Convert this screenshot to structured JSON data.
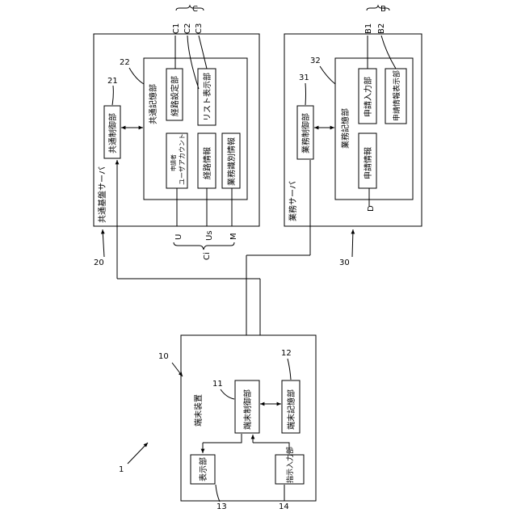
{
  "figure_ref": "1",
  "common_server": {
    "ref": "20",
    "title": "共通基盤サーバ",
    "control": {
      "ref": "21",
      "label": "共通制御部"
    },
    "storage": {
      "ref": "22",
      "label": "共通記憶部"
    },
    "route_setting": {
      "ref": "C1",
      "label": "経路設定部"
    },
    "list_display": {
      "ref": "C3",
      "label": "リスト表示部"
    },
    "applicant_account": {
      "label_top": "申請者",
      "label": "ユーザアカウント"
    },
    "route_info": {
      "label": "経路情報"
    },
    "business_id_info": {
      "label": "業務識別情報"
    },
    "group_c_label": "C",
    "c2_label": "C2",
    "u_label": "U",
    "us_label": "Us",
    "m_label": "M",
    "ci_label": "Ci"
  },
  "business_server": {
    "ref": "30",
    "title": "業務サーバ",
    "control": {
      "ref": "31",
      "label": "業務制御部"
    },
    "storage": {
      "ref": "32",
      "label": "業務記憶部"
    },
    "application_input": {
      "ref": "B1",
      "label": "申請入力部"
    },
    "application_info_display": {
      "ref": "B2",
      "label": "申請情報表示部"
    },
    "application_info": {
      "label": "申請情報"
    },
    "group_b_label": "B",
    "d_label": "D"
  },
  "terminal": {
    "ref": "10",
    "title": "端末装置",
    "control": {
      "ref": "11",
      "label": "端末制御部"
    },
    "storage": {
      "ref": "12",
      "label": "端末記憶部"
    },
    "display": {
      "ref": "13",
      "label": "表示部"
    },
    "input": {
      "ref": "14",
      "label": "指示入力部"
    }
  }
}
